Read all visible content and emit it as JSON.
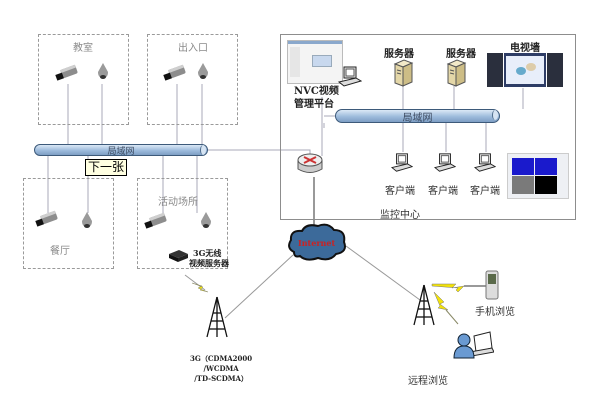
{
  "diagram": {
    "zones": [
      {
        "id": "classroom",
        "label": "教室"
      },
      {
        "id": "entrance",
        "label": "出入口"
      },
      {
        "id": "canteen",
        "label": "餐厅"
      },
      {
        "id": "activity",
        "label": "活动场所"
      }
    ],
    "lan_left_label": "局域网",
    "lan_right_label": "局域网",
    "tooltip_next": "下一张",
    "wireless_server_label": [
      "3G无线",
      "视频服务器"
    ],
    "monitor_center": {
      "label": "监控中心",
      "nvc_label": [
        "NVC视频",
        "管理平台"
      ],
      "servers": [
        "服务器",
        "服务器"
      ],
      "video_wall": "电视墙",
      "clients": [
        "客户端",
        "客户端",
        "客户端"
      ]
    },
    "internet_label": "Internet",
    "network_3g_label": [
      "3G（CDMA2000",
      "/WCDMA",
      "/TD-SCDMA）"
    ],
    "mobile_view_label": "手机浏览",
    "remote_view_label": "远程浏览",
    "colors": {
      "lan_bus": "#9dbbdc",
      "cloud": "#3c6a9a",
      "internet_text": "#cc2222",
      "lightning": "#f2e20a",
      "screen_blue": "#1a1acc"
    }
  }
}
